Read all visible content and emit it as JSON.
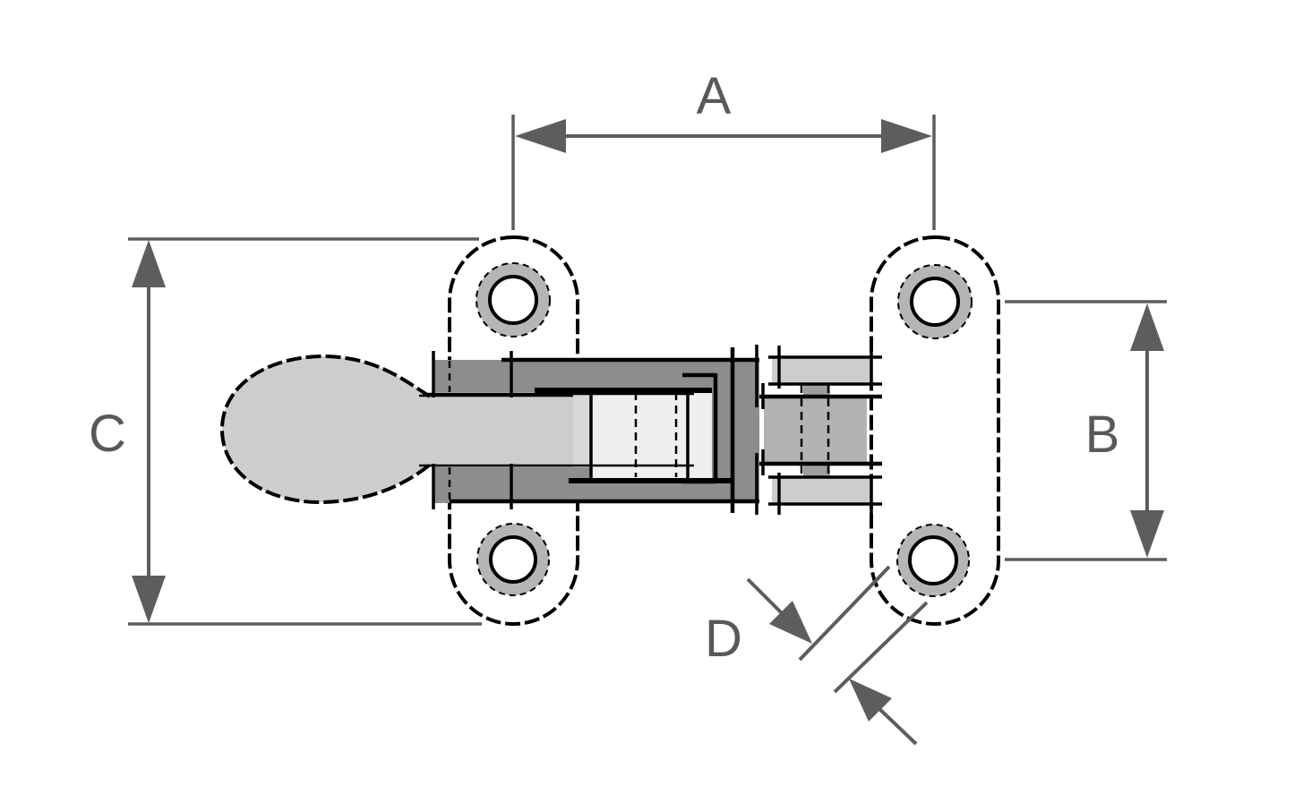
{
  "labels": {
    "a": "A",
    "b": "B",
    "c": "C",
    "d": "D"
  },
  "colors": {
    "background": "#ffffff",
    "plate": "#cdcdcd",
    "counterbore": "#b5b5b5",
    "hole": "#ffffff",
    "channel": "#8d8d8d",
    "slide": "#d8d8d8",
    "roller": "#efefef",
    "spindle": "#b3b3b3",
    "nut": "#9e9e9e",
    "outline": "#000000",
    "dimension": "#5d5d5d"
  }
}
